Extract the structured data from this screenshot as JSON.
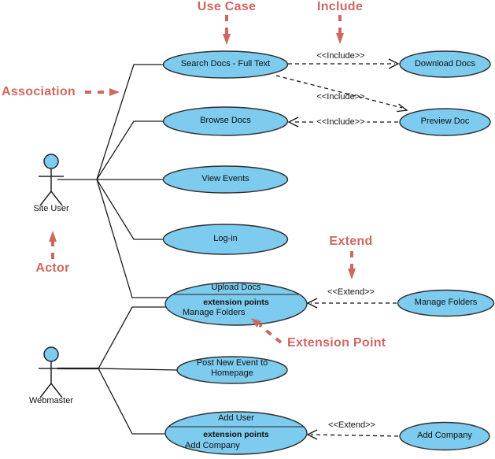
{
  "colors": {
    "node_fill": "#7DCBEE",
    "node_stroke": "#2E2E2E",
    "annotation": "#CE6760"
  },
  "actors": {
    "site_user": {
      "name": "Site User"
    },
    "webmaster": {
      "name": "Webmaster"
    }
  },
  "nodes": {
    "search": {
      "label": "Search Docs - Full Text"
    },
    "browse": {
      "label": "Browse Docs"
    },
    "view_events": {
      "label": "View Events"
    },
    "login": {
      "label": "Log-in"
    },
    "upload": {
      "title": "Upload Docs",
      "compartment_header": "extension points",
      "extension_point": "Manage Folders"
    },
    "post_event": {
      "line1": "Post New Event to",
      "line2": "Homepage"
    },
    "add_user": {
      "title": "Add User",
      "compartment_header": "extension points",
      "extension_point": "Add Company"
    },
    "download": {
      "label": "Download Docs"
    },
    "preview": {
      "label": "Preview Doc"
    },
    "manage_folders": {
      "label": "Manage Folders"
    },
    "add_company": {
      "label": "Add Company"
    }
  },
  "edges": {
    "search_download": {
      "stereotype": "<<Include>>"
    },
    "search_preview": {
      "stereotype": "<<Include>>"
    },
    "preview_browse": {
      "stereotype": "<<Include>>"
    },
    "manage_upload": {
      "stereotype": "<<Extend>>"
    },
    "company_adduser": {
      "stereotype": "<<Extend>>"
    }
  },
  "callouts": {
    "use_case": "Use Case",
    "include": "Include",
    "association": "Association",
    "actor": "Actor",
    "extend": "Extend",
    "extension_point": "Extension Point"
  }
}
